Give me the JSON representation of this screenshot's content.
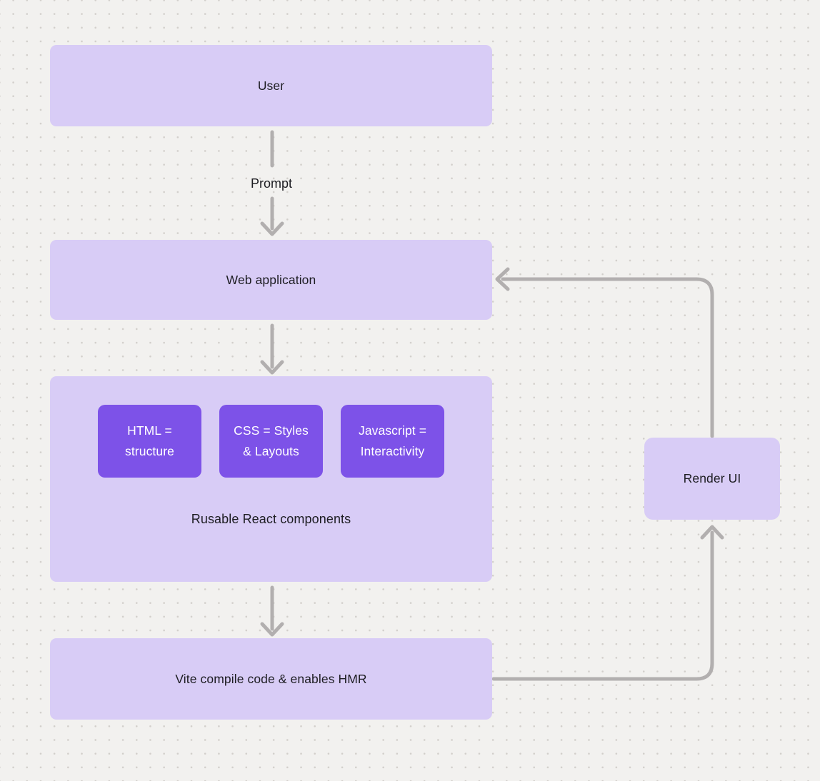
{
  "colors": {
    "canvas_bg": "#f2f1ef",
    "dot": "#d2cfcb",
    "node_fill": "#d8ccf6",
    "chip_fill": "#7d52e8",
    "chip_text": "#ffffff",
    "label_text": "#1d1d22",
    "connector": "#b2afaf"
  },
  "nodes": {
    "user": {
      "label": "User"
    },
    "web_application": {
      "label": "Web application"
    },
    "components": {
      "label": "Rusable React components",
      "chips": [
        {
          "line1": "HTML =",
          "line2": "structure"
        },
        {
          "line1": "CSS = Styles",
          "line2": "& Layouts"
        },
        {
          "line1": "Javascript =",
          "line2": "Interactivity"
        }
      ]
    },
    "vite": {
      "label": "Vite compile code & enables HMR"
    },
    "render_ui": {
      "label": "Render UI"
    }
  },
  "edges": {
    "prompt_label": "Prompt"
  }
}
